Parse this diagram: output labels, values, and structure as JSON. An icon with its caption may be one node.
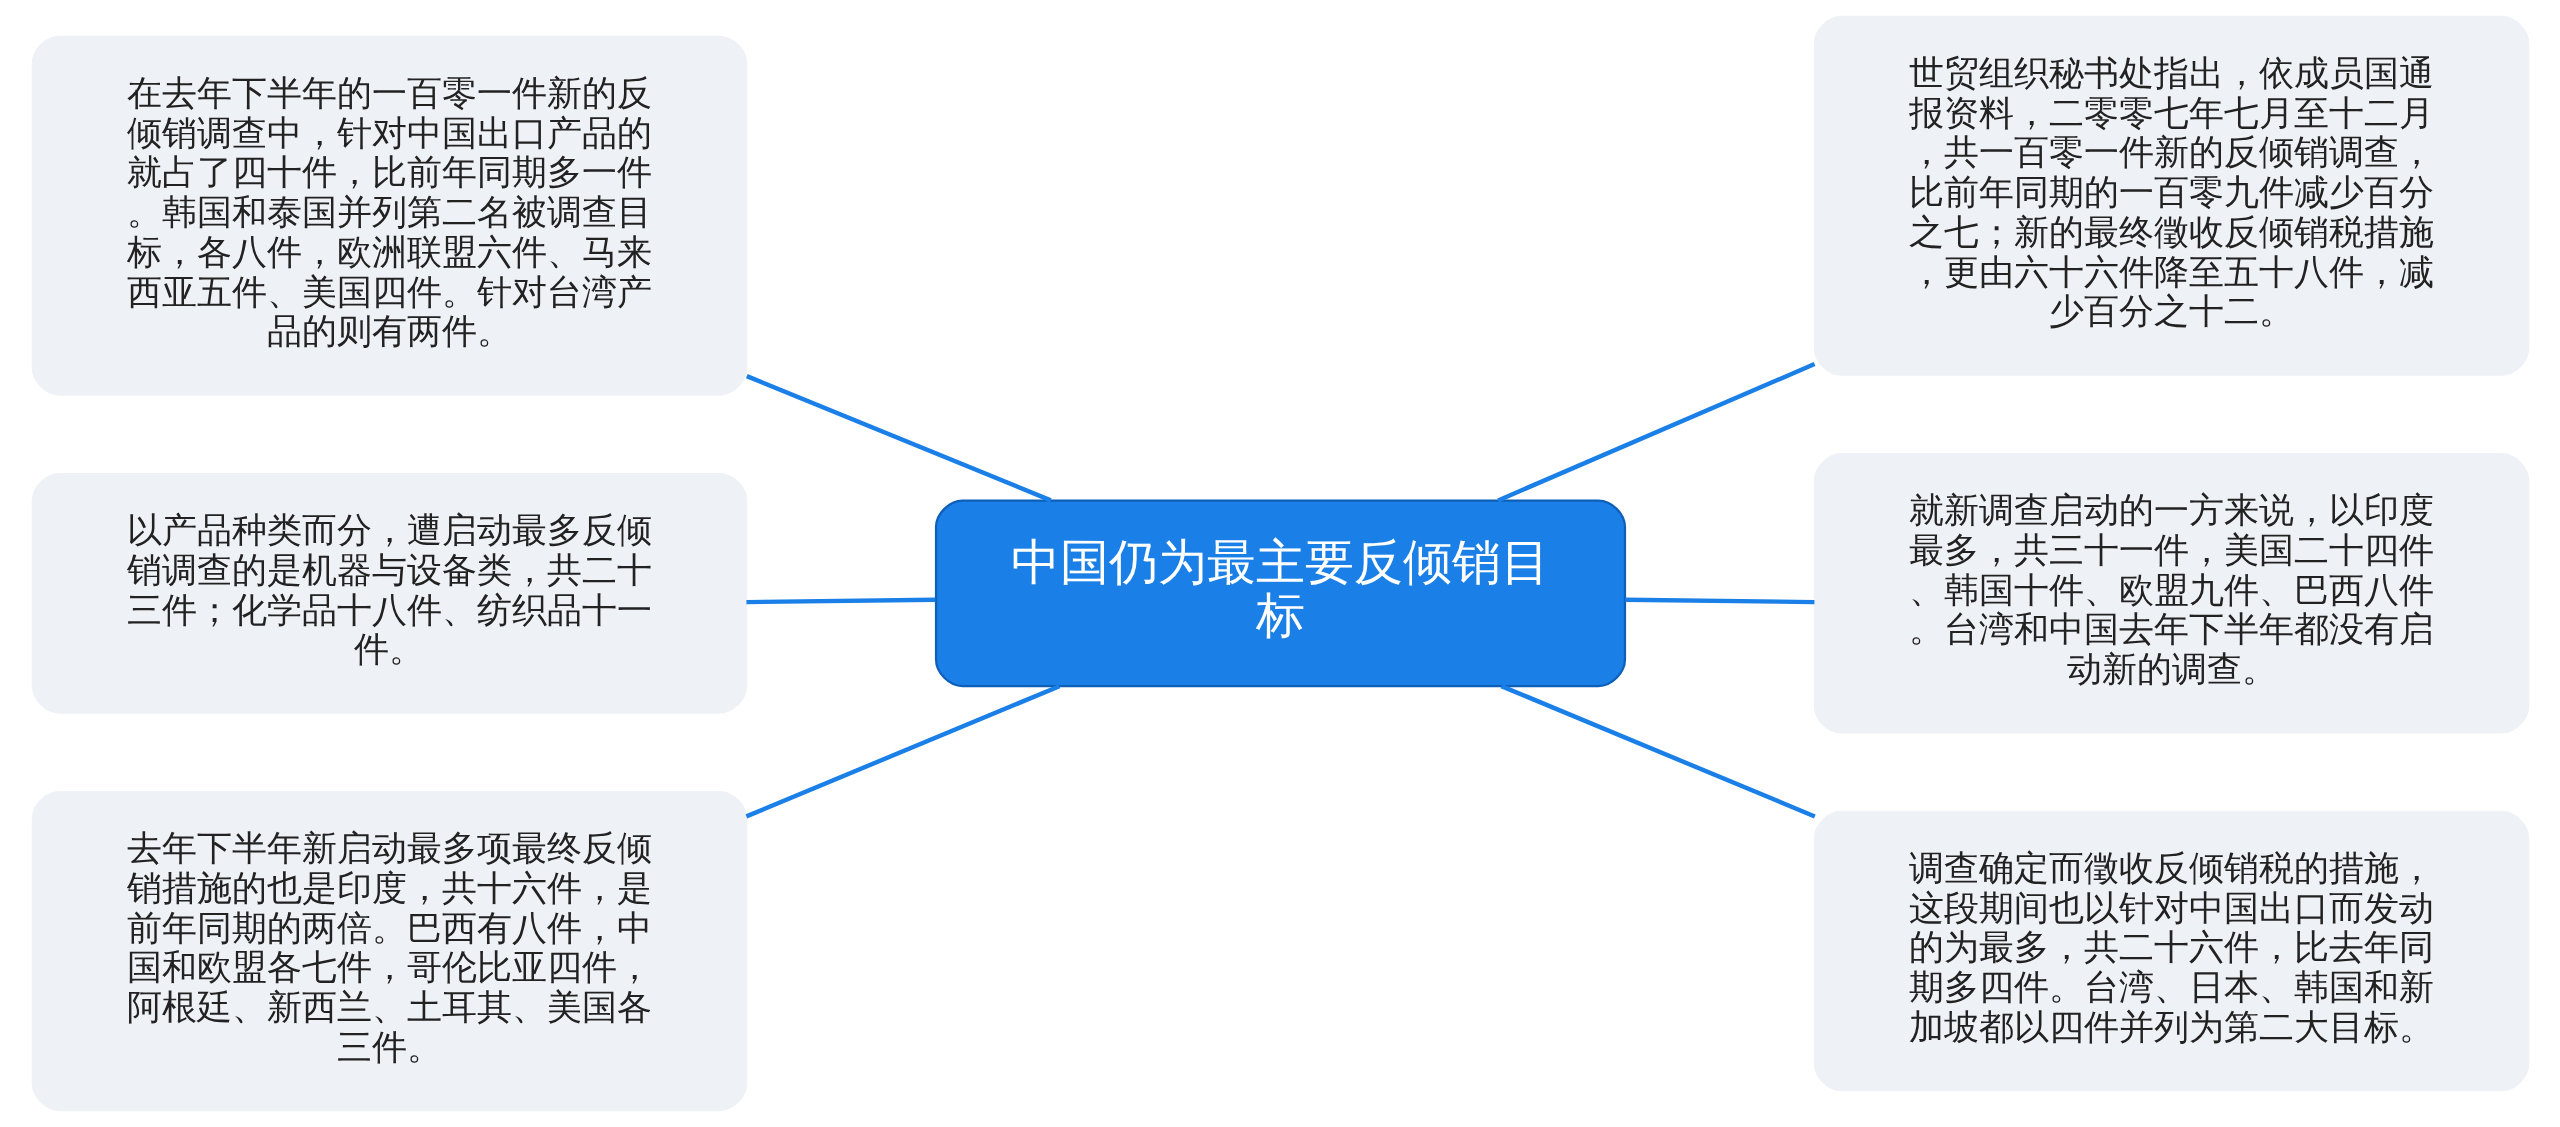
{
  "diagram": {
    "nodes": [
      {
        "text": [
          "中国仍为最主要反倾销目标"
        ]
      },
      {
        "text": [
          "在去年下半年的一百零一件新的反倾销调查中，针对中国出口产品的就占了四十件，比前年同期多一件。韩国和泰国并列第二名被调查目标，各八件，欧洲联盟六件、马来西亚五件、美国四件。针对台湾产品的则有两件。"
        ]
      },
      {
        "text": [
          "以产品种类而分，遭启动最多反倾销调查的是机器与设备类，共二十三件；化学品十八件、纺织品十一件。"
        ]
      },
      {
        "text": [
          "去年下半年新启动最多项最终反倾销措施的也是印度，共十六件，是前年同期的两倍。巴西有八件，中国和欧盟各七件，哥伦比亚四件，阿根廷、新西兰、土耳其、美国各三件。"
        ]
      },
      {
        "text": [
          "世贸组织秘书处指出，依成员国通报资料，二零零七年七月至十二月，共一百零一件新的反倾销调查，比前年同期的一百零九件减少百分之七；新的最终徵收反倾销税措施，更由六十六件降至五十八件，减少百分之十二。"
        ]
      },
      {
        "text": [
          "就新调查启动的一方来说，以印度最多，共三十一件，美国二十四件、韩国十件、欧盟九件、巴西八件。台湾和中国去年下半年都没有启动新的调查。"
        ]
      },
      {
        "text": [
          "调查确定而徵收反倾销税的措施，这段期间也以针对中国出口而发动的为最多，共二十六件，比去年同期多四件。台湾、日本、韩国和新加坡都以四件并列为第二大目标。"
        ]
      }
    ],
    "edges": [
      {
        "from": 0,
        "to": 1,
        "arrow": "none"
      },
      {
        "from": 0,
        "to": 2,
        "arrow": "none"
      },
      {
        "from": 0,
        "to": 3,
        "arrow": "none"
      },
      {
        "from": 0,
        "to": 4,
        "arrow": "none"
      },
      {
        "from": 0,
        "to": 5,
        "arrow": "none"
      },
      {
        "from": 0,
        "to": 6,
        "arrow": "none"
      }
    ]
  }
}
